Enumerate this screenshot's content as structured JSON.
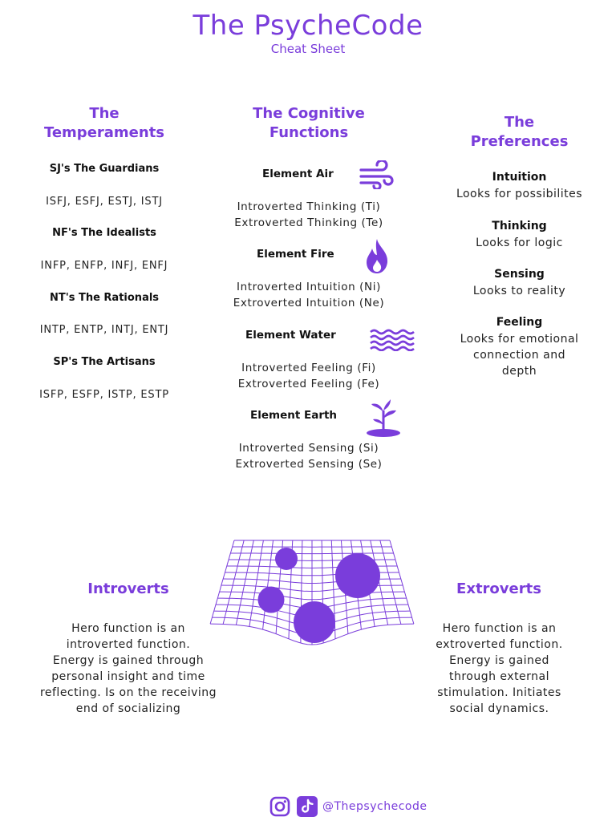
{
  "header": {
    "title": "The PsycheCode",
    "subtitle": "Cheat Sheet"
  },
  "temperaments": {
    "heading_line1": "The",
    "heading_line2": "Temperaments",
    "groups": [
      {
        "name": "SJ's The Guardians",
        "types": "ISFJ, ESFJ, ESTJ, ISTJ"
      },
      {
        "name": "NF's The Idealists",
        "types": "INFP, ENFP, INFJ, ENFJ"
      },
      {
        "name": "NT's The Rationals",
        "types": "INTP, ENTP, INTJ, ENTJ"
      },
      {
        "name": "SP's The Artisans",
        "types": "ISFP, ESFP, ISTP, ESTP"
      }
    ]
  },
  "cognitive": {
    "heading_line1": "The Cognitive",
    "heading_line2": "Functions",
    "elements": [
      {
        "label": "Element Air",
        "icon": "wind-icon",
        "f1": "Introverted Thinking (Ti)",
        "f2": "Extroverted Thinking (Te)"
      },
      {
        "label": "Element Fire",
        "icon": "flame-icon",
        "f1": "Introverted Intuition (Ni)",
        "f2": "Extroverted Intuition (Ne)"
      },
      {
        "label": "Element Water",
        "icon": "waves-icon",
        "f1": "Introverted Feeling (Fi)",
        "f2": "Extroverted Feeling (Fe)"
      },
      {
        "label": "Element Earth",
        "icon": "sprout-icon",
        "f1": "Introverted Sensing (Si)",
        "f2": "Extroverted Sensing (Se)"
      }
    ]
  },
  "preferences": {
    "heading_line1": "The",
    "heading_line2": "Preferences",
    "items": [
      {
        "name": "Intuition",
        "desc": "Looks for possibilites"
      },
      {
        "name": "Thinking",
        "desc": "Looks for logic"
      },
      {
        "name": "Sensing",
        "desc": "Looks to reality"
      },
      {
        "name": "Feeling",
        "desc_lines": [
          "Looks for emotional",
          "connection and",
          "depth"
        ]
      }
    ]
  },
  "introverts": {
    "heading": "Introverts",
    "lines": [
      "Hero function is an",
      "introverted function.",
      "Energy is gained through",
      "personal insight and time",
      "reflecting. Is on the receiving",
      "end of socializing"
    ]
  },
  "extroverts": {
    "heading": "Extroverts",
    "lines": [
      "Hero function is an",
      "extroverted function.",
      "Energy is gained",
      "through external",
      "stimulation. Initiates",
      "social dynamics."
    ]
  },
  "footer": {
    "handle": "@Thepsychecode",
    "icons": [
      "instagram-icon",
      "tiktok-icon"
    ]
  },
  "colors": {
    "accent": "#7a3ddb",
    "text": "#1a1a1a"
  }
}
